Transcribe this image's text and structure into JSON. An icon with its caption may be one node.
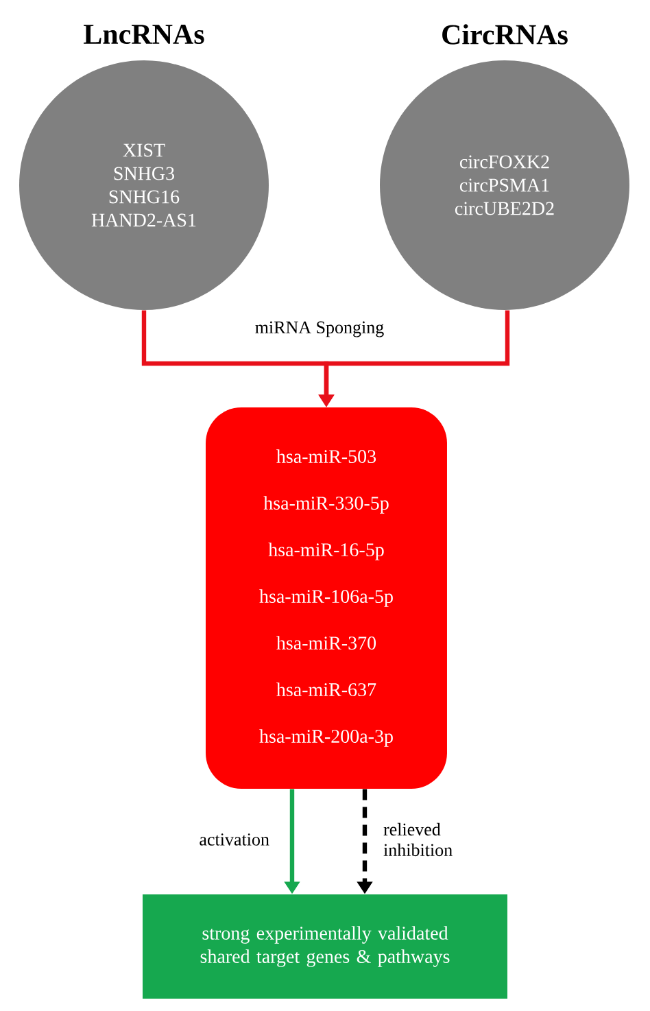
{
  "diagram": {
    "nodes": [
      {
        "text": [
          "LncRNAs",
          "XIST",
          "SNHG3",
          "SNHG16",
          "HAND2-AS1"
        ]
      },
      {
        "text": [
          "CircRNAs",
          "circFOXK2",
          "circPSMA1",
          "circUBE2D2"
        ]
      },
      {
        "text": [
          "hsa-miR-503",
          "hsa-miR-330-5p",
          "hsa-miR-16-5p",
          "hsa-miR-106a-5p",
          "hsa-miR-370",
          "hsa-miR-637",
          "hsa-miR-200a-3p"
        ]
      },
      {
        "text": [
          "strong experimentally validated shared target genes & pathways"
        ]
      }
    ],
    "edges": [
      {
        "from": 0,
        "to": 2,
        "arrow": "to",
        "label": "miRNA Sponging",
        "color": "#e8101a"
      },
      {
        "from": 1,
        "to": 2,
        "arrow": "to",
        "color": "#e8101a"
      },
      {
        "from": 2,
        "to": 3,
        "arrow": "to",
        "label": "activation",
        "color": "#16a84f"
      },
      {
        "from": 2,
        "to": 3,
        "arrow": "to",
        "label": "relieved inhibition",
        "style": "dashed",
        "color": "#000000"
      }
    ]
  }
}
